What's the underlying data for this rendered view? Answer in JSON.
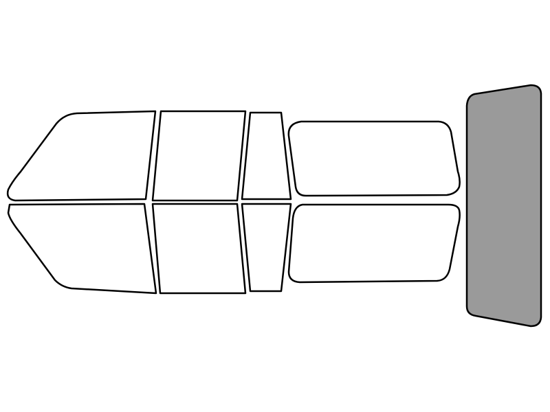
{
  "colors": {
    "background": "#ffffff",
    "outline": "#000000",
    "panel_fill": "#ffffff",
    "selected_fill": "#9a9a9a"
  },
  "panels": [
    {
      "id": "front-door-upper",
      "selected": false
    },
    {
      "id": "front-door-lower",
      "selected": false
    },
    {
      "id": "rear-door-upper",
      "selected": false
    },
    {
      "id": "rear-door-lower",
      "selected": false
    },
    {
      "id": "quarter-upper",
      "selected": false
    },
    {
      "id": "quarter-lower",
      "selected": false
    },
    {
      "id": "cargo-upper",
      "selected": false
    },
    {
      "id": "cargo-lower",
      "selected": false
    },
    {
      "id": "rear-windshield",
      "selected": true
    }
  ]
}
